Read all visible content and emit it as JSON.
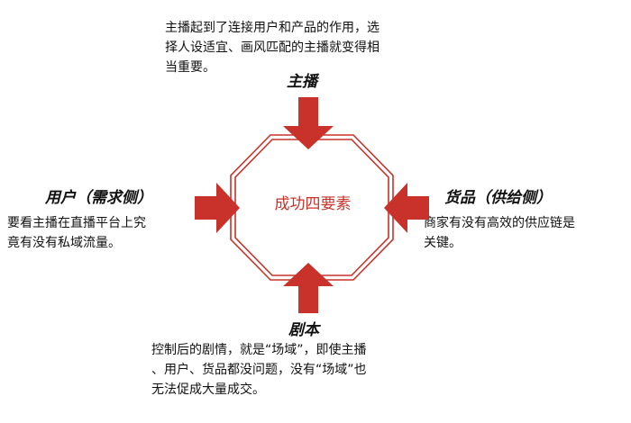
{
  "top": {
    "description_lines": [
      "主播起到了连接用户和产品的作用，选",
      "择人设适宜、画风匹配的主播就变得相",
      "当重要。"
    ],
    "label": "主播"
  },
  "left": {
    "label": "用户（需求侧）",
    "description_lines": [
      "要看主播在直播平台上究",
      "竟有没有私域流量。"
    ]
  },
  "right": {
    "label": "货品（供给侧）",
    "description_lines": [
      "商家有没有高效的供应链是",
      "关键。"
    ]
  },
  "bottom": {
    "label": "剧本",
    "description_lines": [
      "控制后的剧情，就是“场域”，即使主播",
      "、用户、货品都没问题，没有“场域”也",
      "无法促成大量成交。"
    ]
  },
  "center": {
    "label": "成功四要素"
  },
  "colors": {
    "accent": "#c8322a",
    "text": "#111111",
    "background": "#ffffff"
  }
}
